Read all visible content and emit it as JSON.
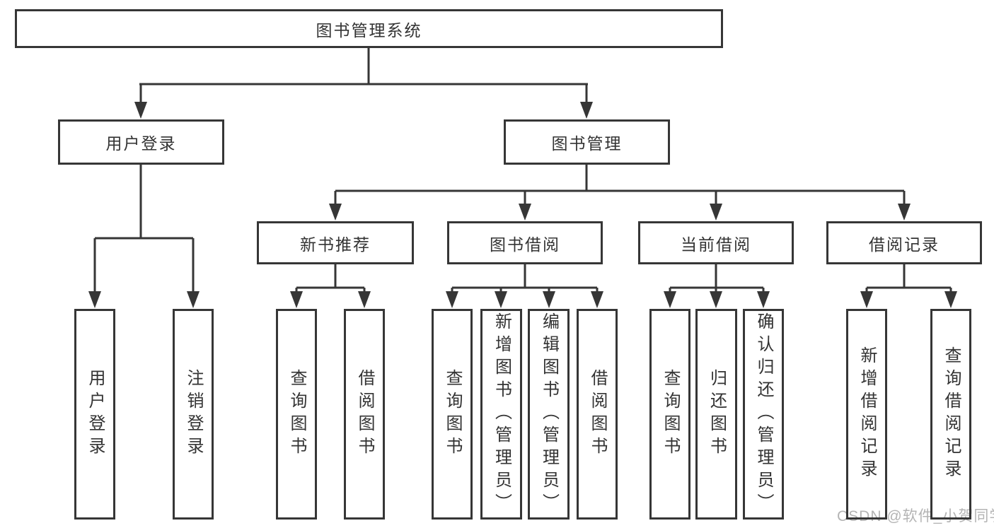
{
  "tree": {
    "root": "图书管理系统",
    "branches": [
      {
        "label": "用户登录",
        "children": [
          "用户登录",
          "注销登录"
        ]
      },
      {
        "label": "图书管理",
        "children": [
          {
            "label": "新书推荐",
            "children": [
              "查询图书",
              "借阅图书"
            ]
          },
          {
            "label": "图书借阅",
            "children": [
              "查询图书",
              "新增图书（管理员）",
              "编辑图书（管理员）",
              "借阅图书"
            ]
          },
          {
            "label": "当前借阅",
            "children": [
              "查询图书",
              "归还图书",
              "确认归还（管理员）"
            ]
          },
          {
            "label": "借阅记录",
            "children": [
              "新增借阅记录",
              "查询借阅记录"
            ]
          }
        ]
      }
    ]
  },
  "watermark": {
    "text": "CSDN @软件_小贺同学"
  },
  "colors": {
    "line": "#363636",
    "text": "#333333",
    "watermark": "#b4b4b4",
    "background": "#ffffff"
  }
}
